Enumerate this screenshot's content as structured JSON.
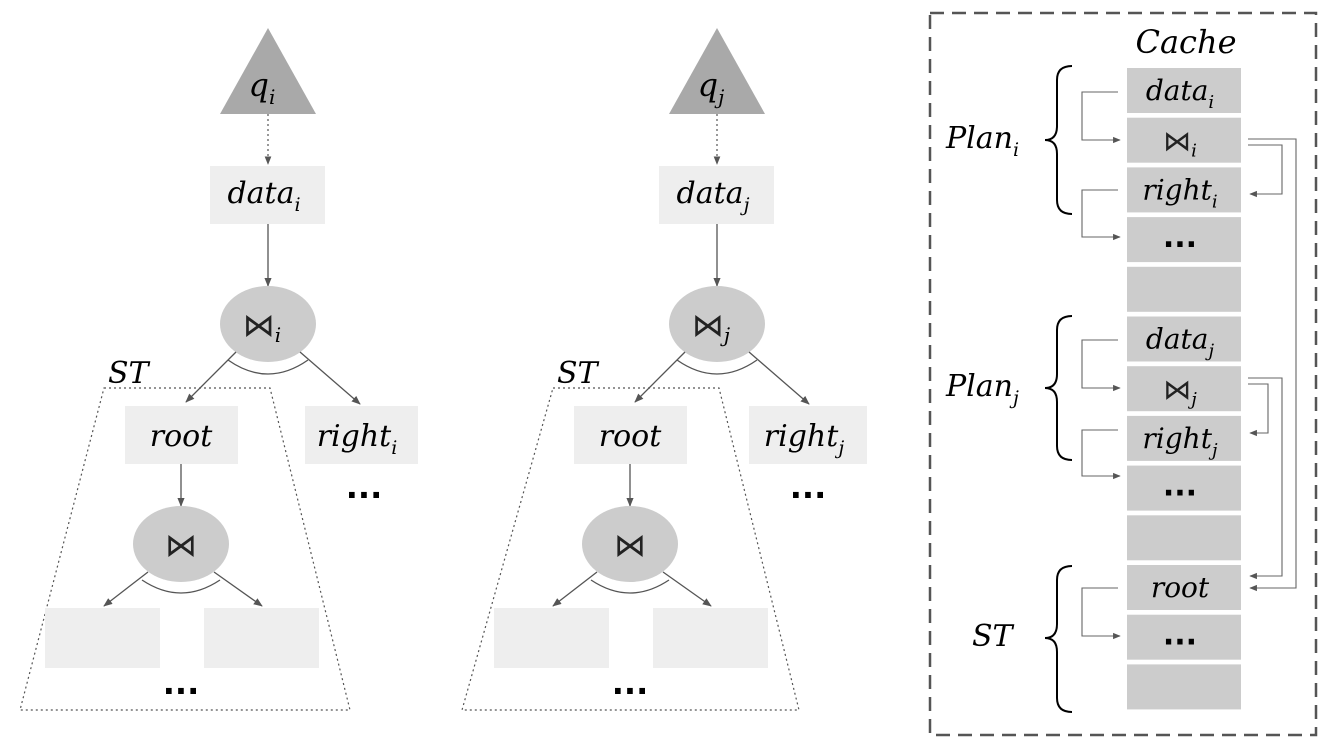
{
  "trees": [
    {
      "query": {
        "base": "q",
        "sub": "i"
      },
      "data": {
        "base": "data",
        "sub": "i"
      },
      "join": {
        "sub": "i"
      },
      "subtree_label": "ST",
      "root": "root",
      "right": {
        "base": "right",
        "sub": "i"
      },
      "right_dots": "...",
      "bottom_dots": "..."
    },
    {
      "query": {
        "base": "q",
        "sub": "j"
      },
      "data": {
        "base": "data",
        "sub": "j"
      },
      "join": {
        "sub": "j"
      },
      "subtree_label": "ST",
      "root": "root",
      "right": {
        "base": "right",
        "sub": "j"
      },
      "right_dots": "...",
      "bottom_dots": "..."
    }
  ],
  "join_symbol": "⋈",
  "cache": {
    "title": "Cache",
    "cells": [
      {
        "kind": "math",
        "base": "data",
        "sub": "i"
      },
      {
        "kind": "join",
        "sub": "i"
      },
      {
        "kind": "math",
        "base": "right",
        "sub": "i"
      },
      {
        "kind": "dots",
        "text": "..."
      },
      {
        "kind": "empty"
      },
      {
        "kind": "math",
        "base": "data",
        "sub": "j"
      },
      {
        "kind": "join",
        "sub": "j"
      },
      {
        "kind": "math",
        "base": "right",
        "sub": "j"
      },
      {
        "kind": "dots",
        "text": "..."
      },
      {
        "kind": "empty"
      },
      {
        "kind": "math",
        "base": "root",
        "sub": ""
      },
      {
        "kind": "dots",
        "text": "..."
      },
      {
        "kind": "empty"
      }
    ],
    "groups": [
      {
        "base": "Plan",
        "sub": "i"
      },
      {
        "base": "Plan",
        "sub": "j"
      },
      {
        "base": "ST",
        "sub": ""
      }
    ]
  },
  "colors": {
    "triangle": "#a9a9a9",
    "ellipse": "#cccccc",
    "label_box": "#eeeeee",
    "cache_cell": "#cccccc",
    "frame": "#555555"
  }
}
